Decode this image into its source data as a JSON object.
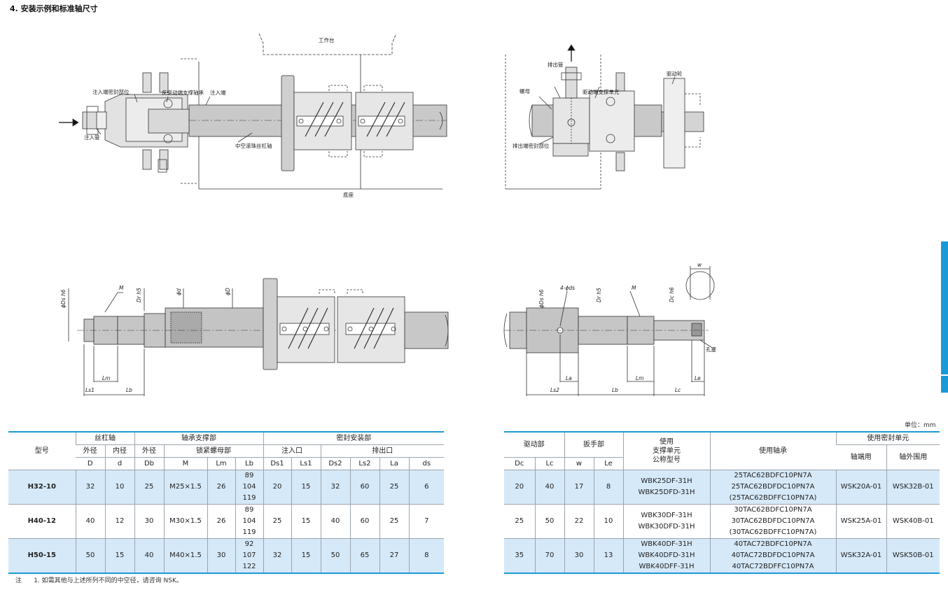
{
  "heading": "4. 安装示例和标准轴尺寸",
  "top_left_labels": {
    "worktable": "工作台",
    "inlet_seal": "注入端密封部位",
    "counter_drive_support": "反驱动端支撑轴承",
    "inlet_end": "注入端",
    "inlet_pipe": "注入管",
    "hollow_shaft": "中空滚珠丝杠轴",
    "base": "底座"
  },
  "top_right_labels": {
    "outlet_pipe": "排出管",
    "drive_pulley": "驱动轮",
    "nut": "螺母",
    "drive_support_unit": "驱动端支撑单元",
    "outlet_seal": "排出端密封部位"
  },
  "dims_left": {
    "ds": "ϕDs h6",
    "d_h5": "Dr h5",
    "phi_d": "ϕd",
    "phi_D": "ϕD",
    "M": "M",
    "Lm": "Lm",
    "Ls1": "Ls1",
    "Lb": "Lb"
  },
  "dims_right": {
    "ds_h6": "ϕDs h6",
    "d_h5": "Dr h5",
    "M": "M",
    "dc_h6": "Dc h6",
    "four_ds": "4-ϕds",
    "w": "w",
    "plug": "孔塞",
    "La": "La",
    "Ls2": "Ls2",
    "Lb": "Lb",
    "Lm": "Lm",
    "Lc": "Lc",
    "Le": "Le"
  },
  "side_tab_color": "#1a9ad6",
  "unit": "单位：mm",
  "left_table": {
    "h_model": "型号",
    "h_screw_shaft": "丝杠轴",
    "h_support": "轴承支撑部",
    "h_seal_mount": "密封安装部",
    "h_outer_dia": "外径",
    "h_inner_dia": "内径",
    "h_outer_dia2": "外径",
    "h_locknut": "锁紧螺母部",
    "h_inlet": "注入口",
    "h_outlet": "排出口",
    "c_D": "D",
    "c_d": "d",
    "c_Db": "Db",
    "c_M": "M",
    "c_Lm": "Lm",
    "c_Lb": "Lb",
    "c_Ds1": "Ds1",
    "c_Ls1": "Ls1",
    "c_Ds2": "Ds2",
    "c_Ls2": "Ls2",
    "c_La": "La",
    "c_ds": "ds",
    "rows": [
      {
        "model": "H32-10",
        "D": "32",
        "d": "10",
        "Db": "25",
        "M": "M25×1.5",
        "Lm": "26",
        "Lb": [
          "89",
          "104",
          "119"
        ],
        "Ds1": "20",
        "Ls1": "15",
        "Ds2": "32",
        "Ls2": "60",
        "La": "25",
        "ds": "6"
      },
      {
        "model": "H40-12",
        "D": "40",
        "d": "12",
        "Db": "30",
        "M": "M30×1.5",
        "Lm": "26",
        "Lb": [
          "89",
          "104",
          "119"
        ],
        "Ds1": "25",
        "Ls1": "15",
        "Ds2": "40",
        "Ls2": "60",
        "La": "25",
        "ds": "7"
      },
      {
        "model": "H50-15",
        "D": "50",
        "d": "15",
        "Db": "40",
        "M": "M40×1.5",
        "Lm": "30",
        "Lb": [
          "92",
          "107",
          "122"
        ],
        "Ds1": "32",
        "Ls1": "15",
        "Ds2": "50",
        "Ls2": "65",
        "La": "27",
        "ds": "8"
      }
    ]
  },
  "right_table": {
    "h_drive": "驱动部",
    "h_wrench": "扳手部",
    "h_unit_model": "使用\n支撑单元\n公称型号",
    "h_bearing": "使用轴承",
    "h_seal_unit": "使用密封单元",
    "h_shaft_end": "轴端用",
    "h_shaft_outer": "轴外围用",
    "c_Dc": "Dc",
    "c_Lc": "Lc",
    "c_w": "w",
    "c_Le": "Le",
    "rows": [
      {
        "Dc": "20",
        "Lc": "40",
        "w": "17",
        "Le": "8",
        "units": [
          "WBK25DF-31H",
          "WBK25DFD-31H"
        ],
        "bearings": [
          "25TAC62BDFC10PN7A",
          "25TAC62BDFDC10PN7A",
          "(25TAC62BDFFC10PN7A)"
        ],
        "shaft_end": "WSK20A-01",
        "shaft_outer": "WSK32B-01"
      },
      {
        "Dc": "25",
        "Lc": "50",
        "w": "22",
        "Le": "10",
        "units": [
          "WBK30DF-31H",
          "WBK30DFD-31H"
        ],
        "bearings": [
          "30TAC62BDFC10PN7A",
          "30TAC62BDFDC10PN7A",
          "(30TAC62BDFFC10PN7A)"
        ],
        "shaft_end": "WSK25A-01",
        "shaft_outer": "WSK40B-01"
      },
      {
        "Dc": "35",
        "Lc": "70",
        "w": "30",
        "Le": "13",
        "units": [
          "WBK40DF-31H",
          "WBK40DFD-31H",
          "WBK40DFF-31H"
        ],
        "bearings": [
          "40TAC72BDFC10PN7A",
          "40TAC72BDFDC10PN7A",
          "40TAC72BDFFC10PN7A"
        ],
        "shaft_end": "WSK32A-01",
        "shaft_outer": "WSK50B-01"
      }
    ]
  },
  "note_mark": "注",
  "note": "1. 如需其他与上述所列不同的中空径，请咨询 NSK。"
}
